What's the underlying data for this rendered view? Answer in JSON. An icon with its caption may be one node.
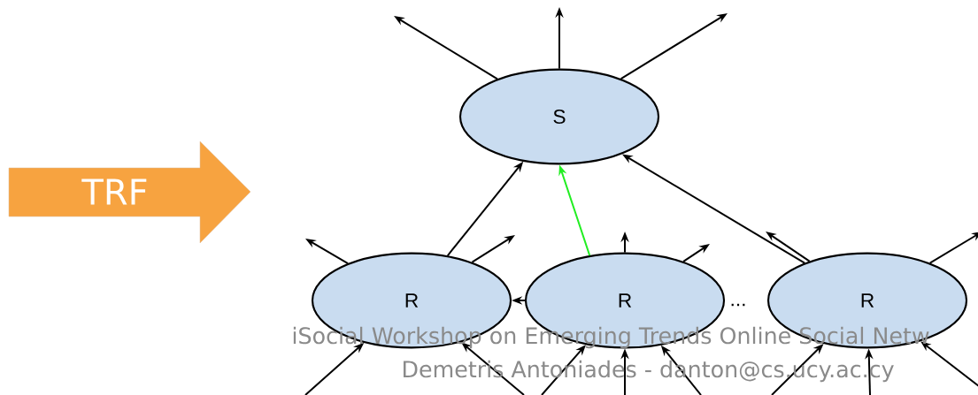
{
  "diagram": {
    "nodes": [
      {
        "text": [
          "TRF"
        ]
      },
      {
        "text": [
          "S"
        ]
      },
      {
        "text": [
          "R"
        ]
      },
      {
        "text": [
          "R"
        ]
      },
      {
        "text": [
          "R"
        ]
      }
    ],
    "edges": [
      {
        "from": 1,
        "to": null,
        "arrow": "to"
      },
      {
        "from": 1,
        "to": null,
        "arrow": "to"
      },
      {
        "from": 1,
        "to": null,
        "arrow": "to"
      },
      {
        "from": 2,
        "to": 1,
        "arrow": "to"
      },
      {
        "from": 3,
        "to": 1,
        "arrow": "to",
        "color": "#22ee22"
      },
      {
        "from": 4,
        "to": 1,
        "arrow": "to"
      },
      {
        "from": 3,
        "to": 2,
        "arrow": "to"
      },
      {
        "from": 2,
        "to": null,
        "arrow": "to"
      },
      {
        "from": 2,
        "to": null,
        "arrow": "to"
      },
      {
        "from": null,
        "to": 2,
        "arrow": "to"
      },
      {
        "from": null,
        "to": 2,
        "arrow": "to"
      },
      {
        "from": 3,
        "to": null,
        "arrow": "to"
      },
      {
        "from": 3,
        "to": null,
        "arrow": "to"
      },
      {
        "from": null,
        "to": 3,
        "arrow": "to"
      },
      {
        "from": null,
        "to": 3,
        "arrow": "to"
      },
      {
        "from": null,
        "to": 3,
        "arrow": "to"
      },
      {
        "from": 4,
        "to": null,
        "arrow": "to"
      },
      {
        "from": 4,
        "to": null,
        "arrow": "to"
      },
      {
        "from": null,
        "to": 4,
        "arrow": "to"
      },
      {
        "from": null,
        "to": 4,
        "arrow": "to"
      },
      {
        "from": null,
        "to": 4,
        "arrow": "to"
      }
    ],
    "labels": [
      "...",
      "iSocial Workshop on Emerging Trends Online Social Netw",
      "Demetris Antoniades - danton@cs.ucy.ac.cy"
    ]
  }
}
